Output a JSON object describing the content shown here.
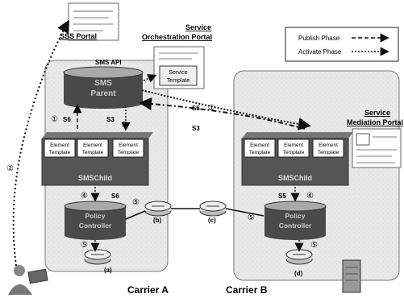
{
  "portals": {
    "sss": "SSS Portal",
    "sss_line2": "Portal",
    "orchestration_line1": "Service",
    "orchestration_line2": "Orchestration Portal",
    "mediation_line1": "Service",
    "mediation_line2": "Mediation Portal"
  },
  "legend": {
    "publish": "Publish Phase",
    "activate": "Activate Phase"
  },
  "sms_api": "SMS API",
  "sms_parent_line1": "SMS",
  "sms_parent_line2": "Parent",
  "service_template_line1": "Service",
  "service_template_line2": "Template",
  "element_template_line1": "Element",
  "element_template_line2": "Template",
  "sms_child": "SMSChild",
  "policy_controller_line1": "Policy",
  "policy_controller_line2": "Controller",
  "interfaces": {
    "s3": "S3",
    "s5": "S5",
    "s6": "S6"
  },
  "steps": {
    "one": "①",
    "two": "②",
    "four": "④",
    "five": "⑤"
  },
  "routers": {
    "a": "(a)",
    "b": "(b)",
    "c": "(c)",
    "d": "(d)"
  },
  "carriers": {
    "a": "Carrier A",
    "b": "Carrier B"
  },
  "colors": {
    "cylinder_top": "#a9a9a9",
    "cylinder_body": "#4a4a4a",
    "domain_fill": "#e6e6e6",
    "text_dark": "#111111"
  }
}
